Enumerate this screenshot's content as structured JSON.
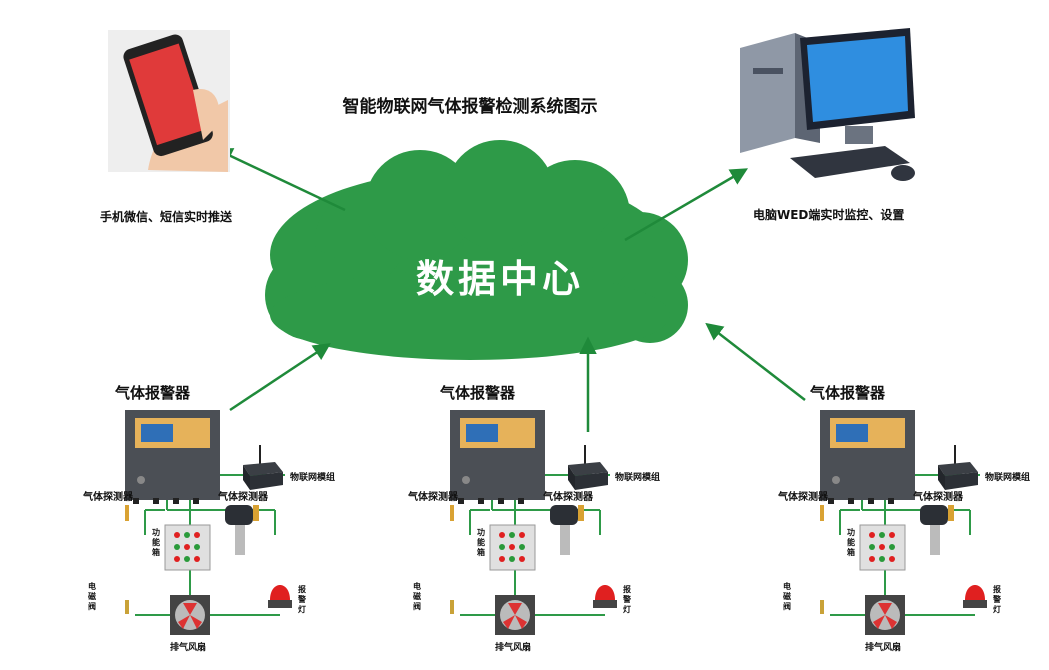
{
  "title": "智能物联网气体报警检测系统图示",
  "center": {
    "label": "数据中心"
  },
  "left_top": {
    "label": "手机微信、短信实时推送",
    "icon": "phone-in-hand"
  },
  "right_top": {
    "label": "电脑WED端实时监控、设置",
    "icon": "desktop-computer"
  },
  "colors": {
    "cloud": "#2e9a48",
    "link": "#2e9a48",
    "arrow": "#1f8a3a",
    "alarm_light": "#e02020"
  },
  "groups": [
    {
      "alarm_title": "气体报警器",
      "iot_module": "物联网模组",
      "detector_left": "气体探测器",
      "detector_right": "气体探测器",
      "function_box": "功能箱",
      "solenoid_valve": "电磁阀",
      "exhaust_fan": "排气风扇",
      "alarm_lamp": "报警灯"
    },
    {
      "alarm_title": "气体报警器",
      "iot_module": "物联网模组",
      "detector_left": "气体探测器",
      "detector_right": "气体探测器",
      "function_box": "功能箱",
      "solenoid_valve": "电磁阀",
      "exhaust_fan": "排气风扇",
      "alarm_lamp": "报警灯"
    },
    {
      "alarm_title": "气体报警器",
      "iot_module": "物联网模组",
      "detector_left": "气体探测器",
      "detector_right": "气体探测器",
      "function_box": "功能箱",
      "solenoid_valve": "电磁阀",
      "exhaust_fan": "排气风扇",
      "alarm_lamp": "报警灯"
    }
  ]
}
